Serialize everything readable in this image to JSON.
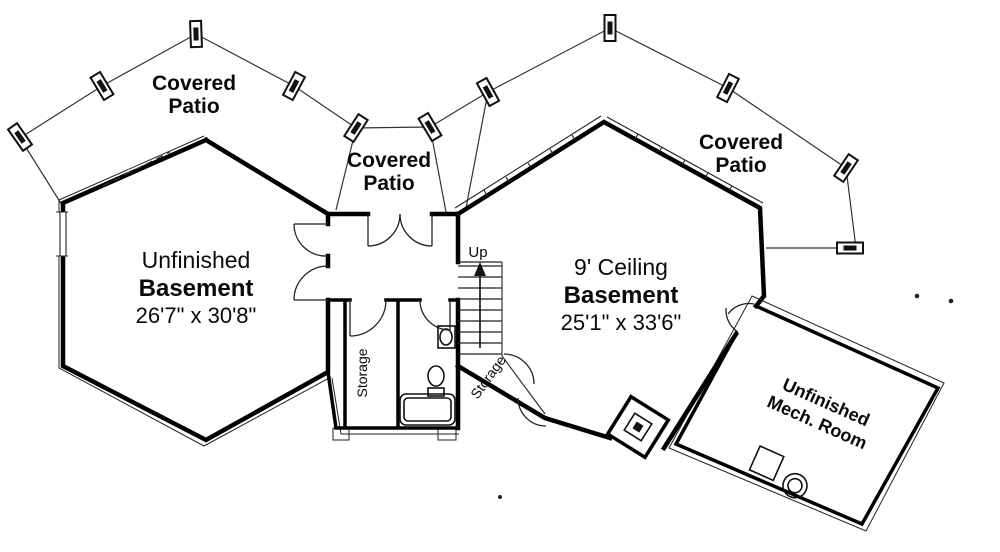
{
  "patios": {
    "left": {
      "line1": "Covered",
      "line2": "Patio"
    },
    "middle": {
      "line1": "Covered",
      "line2": "Patio"
    },
    "right": {
      "line1": "Covered",
      "line2": "Patio"
    }
  },
  "rooms": {
    "left_basement": {
      "line1": "Unfinished",
      "line2": "Basement",
      "dims": "26'7\" x 30'8\""
    },
    "right_basement": {
      "line1": "9' Ceiling",
      "line2": "Basement",
      "dims": "25'1\" x 33'6\""
    },
    "mech_room": {
      "line1": "Unfinished",
      "line2": "Mech. Room"
    },
    "storage_left": {
      "label": "Storage"
    },
    "storage_right": {
      "label": "Storage"
    }
  },
  "stairs": {
    "up_label": "Up"
  },
  "colors": {
    "wall": "#000000",
    "thin_line": "#333333",
    "background": "#ffffff"
  }
}
